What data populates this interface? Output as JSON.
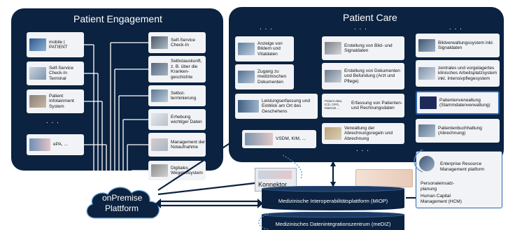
{
  "engagement": {
    "title": "Patient Engagement",
    "left_cards": [
      {
        "label": "mobile | PATIENT",
        "icon": "phone-icon"
      },
      {
        "label": "Self-Service Check-In Terminal",
        "icon": "terminal-icon"
      },
      {
        "label": "Patient Infotainment System",
        "icon": "tv-icon"
      },
      {
        "label": "ePA, ...",
        "icon": "card-icon"
      }
    ],
    "right_cards": [
      {
        "label": "Self-Service Check-In",
        "icon": "checkin-icon"
      },
      {
        "label": "Selbstauskunft, z. B. über die Kranken-geschichte",
        "icon": "history-icon"
      },
      {
        "label": "Selbst-terminierung",
        "icon": "calendar-icon"
      },
      {
        "label": "Erhebung wichtiger Daten",
        "icon": "form-icon"
      },
      {
        "label": "Management der Notaufnahme",
        "icon": "emergency-icon"
      },
      {
        "label": "Digitales Wegeleitsystem",
        "icon": "signpost-icon"
      }
    ],
    "dots": ". . ."
  },
  "care": {
    "title": "Patient Care",
    "col1": [
      {
        "label": "Anzeige von Bildern und Vitaldaten",
        "icon": "monitor-icon"
      },
      {
        "label": "Zugang zu medizinischen Dokumenten",
        "icon": "document-icon"
      },
      {
        "label": "Leistungserfassung und Einblick am Ort des Geschehens",
        "icon": "tablet-icon"
      },
      {
        "label": "VSDM, KIM, ...",
        "icon": "card-reader-icon"
      }
    ],
    "col2": [
      {
        "label": "Erstellung von Bild- und Signaldaten",
        "icon": "xray-icon"
      },
      {
        "label": "Erstellung von Dokumenten und Befundung (Arzt und Pflege)",
        "icon": "report-icon"
      },
      {
        "label": "Erfassung von Patienten- und Rechnungsdaten",
        "icon": "billing-icon",
        "thumb_text": "Patient data, ICD, OPS, Material ..."
      },
      {
        "label": "Verwaltung der Abrechnungsregeln und Abrechnung",
        "icon": "rules-icon"
      }
    ],
    "col3": [
      {
        "label": "Bildverwaltungssystem inkl. Signaldaten",
        "icon": "archive-icon"
      },
      {
        "label": "zentrales und vorgelagertes klinisches Arbeitsplatzsystem inkl. Intensivpflegesystem",
        "icon": "workstation-icon"
      },
      {
        "label": "Patientenverwaltung (Stammdatenverwaltung)",
        "icon": "admin-icon"
      },
      {
        "label": "Patientenbuchhaltung (Abrechnung)",
        "icon": "accounting-icon"
      }
    ],
    "erp": {
      "title": "Enterprise Resource Management platform",
      "sub1": "Personaleinsatz-planung",
      "sub2": "Human Capital Management (HCM)"
    },
    "dots": ". . ."
  },
  "cloud": {
    "line1": "onPremise",
    "line2": "Plattform"
  },
  "konnektor": "Konnektor",
  "miop": "Medizinische Interoperabilitätsplattform (MIOP)",
  "medIZ": "Medizinisches Datenintegrationszentrum (meDIZ)"
}
